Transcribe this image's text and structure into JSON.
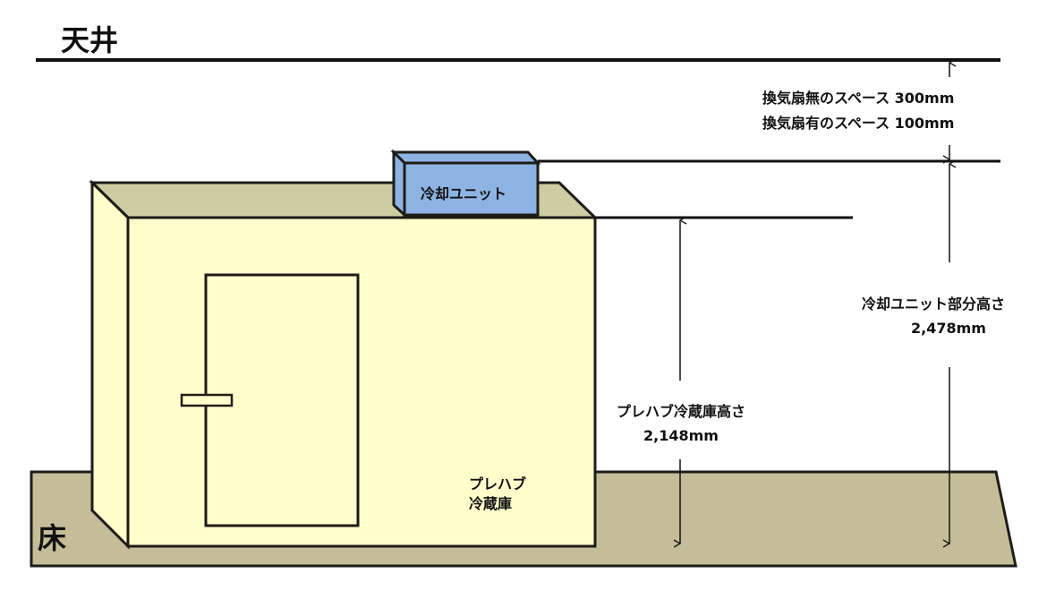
{
  "labels": {
    "ceiling": "天井",
    "floor": "床",
    "cooling_unit": "冷却ユニット",
    "fridge_line1": "プレハブ",
    "fridge_line2": "冷蔵庫",
    "space_no_fan": "換気扇無のスペース 300mm",
    "space_with_fan": "換気扇有のスペース 100mm",
    "unit_height_title": "冷却ユニット部分高さ",
    "unit_height_value": "2,478mm",
    "fridge_height_title": "プレハブ冷蔵庫高さ",
    "fridge_height_value": "2,148mm"
  },
  "colors": {
    "floor": "#c4bd98",
    "fridge_front": "#ffffcc",
    "fridge_top": "#cdcda3",
    "unit": "#8db3e2",
    "stroke": "#1e1c18"
  }
}
